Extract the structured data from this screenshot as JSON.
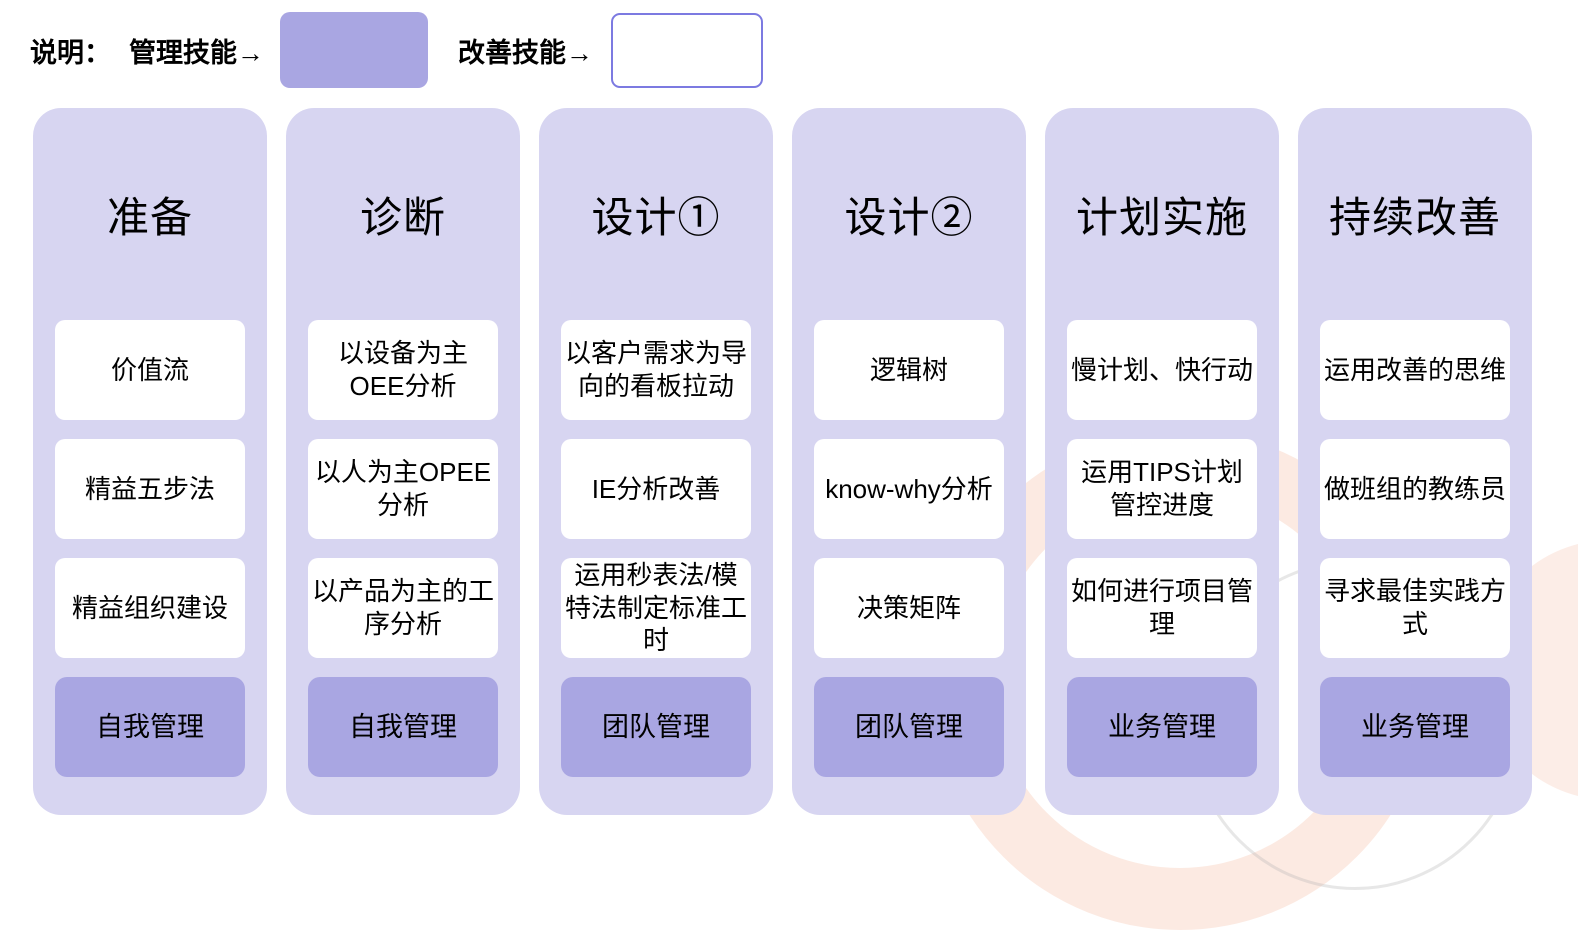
{
  "legend": {
    "label": "说明：",
    "management_label": "管理技能→",
    "improvement_label": "改善技能→"
  },
  "colors": {
    "column_bg": "#d7d5f1",
    "management_fill": "#a9a6e2",
    "improvement_border": "#7c7ae1",
    "card_bg": "#ffffff",
    "text": "#000000"
  },
  "columns": [
    {
      "title": "准备",
      "skills": [
        "价值流",
        "精益五步法",
        "精益组织建设"
      ],
      "management": "自我管理"
    },
    {
      "title": "诊断",
      "skills": [
        "以设备为主OEE分析",
        "以人为主OPEE分析",
        "以产品为主的工序分析"
      ],
      "management": "自我管理"
    },
    {
      "title": "设计①",
      "skills": [
        "以客户需求为导向的看板拉动",
        "IE分析改善",
        "运用秒表法/模特法制定标准工时"
      ],
      "management": "团队管理"
    },
    {
      "title": "设计②",
      "skills": [
        "逻辑树",
        "know-why分析",
        "决策矩阵"
      ],
      "management": "团队管理"
    },
    {
      "title": "计划实施",
      "skills": [
        "慢计划、快行动",
        "运用TIPS计划管控进度",
        "如何进行项目管理"
      ],
      "management": "业务管理"
    },
    {
      "title": "持续改善",
      "skills": [
        "运用改善的思维",
        "做班组的教练员",
        "寻求最佳实践方式"
      ],
      "management": "业务管理"
    }
  ]
}
